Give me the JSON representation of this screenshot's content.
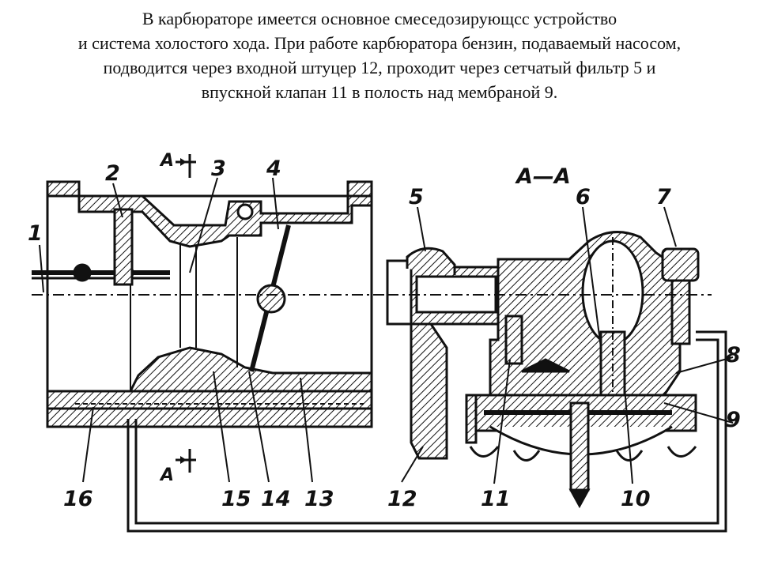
{
  "caption": {
    "lines": [
      "В карбюраторе имеется основное смеседозирующсс устройство",
      "и система холостого хода. При работе карбюратора бензин, подаваемый насосом,",
      "подводится через входной штуцер 12, проходит через сетчатый фильтр 5 и",
      "впускной клапан 11 в полость над мембраной 9."
    ]
  },
  "diagram": {
    "section_mark_top": "А",
    "section_mark_bottom": "А",
    "section_title": "А—А",
    "labels": {
      "l1": "1",
      "l2": "2",
      "l3": "3",
      "l4": "4",
      "l5": "5",
      "l6": "6",
      "l7": "7",
      "l8": "8",
      "l9": "9",
      "l10": "10",
      "l11": "11",
      "l12": "12",
      "l13": "13",
      "l14": "14",
      "l15": "15",
      "l16": "16"
    }
  }
}
